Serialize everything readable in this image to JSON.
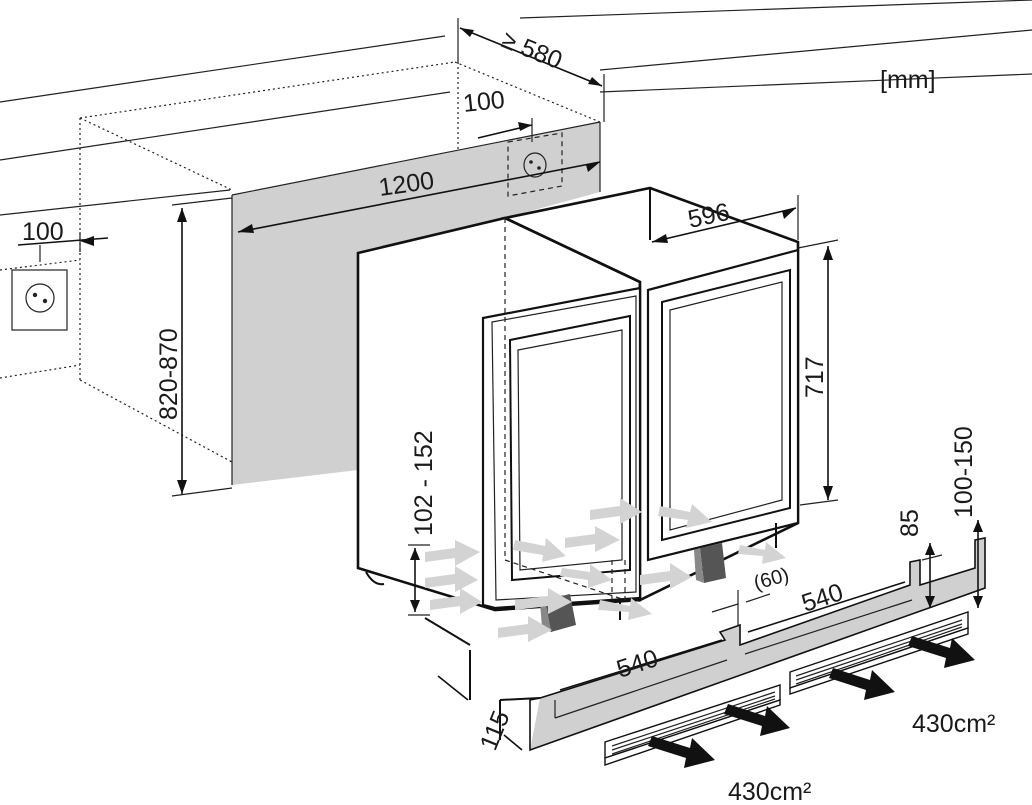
{
  "units": "[mm]",
  "dimensions": {
    "depth_min": "≥ 580",
    "socket_offset_top": "100",
    "niche_width": "1200",
    "socket_offset_left": "100",
    "niche_height": "820-870",
    "unit_width": "596",
    "unit_height": "717",
    "plinth_height": "102 - 152",
    "plinth_setback": "115",
    "vent_width_left": "540",
    "vent_gap": "(60)",
    "vent_width_right": "540",
    "plinth_depth": "85",
    "plinth_range": "100-150"
  },
  "vent_areas": {
    "right": "430cm²",
    "bottom": "430cm²"
  },
  "colors": {
    "wall_fill": "#d0d0d0",
    "line": "#111111",
    "airflow_in": "#d3d3d3",
    "airflow_out": "#111111"
  }
}
